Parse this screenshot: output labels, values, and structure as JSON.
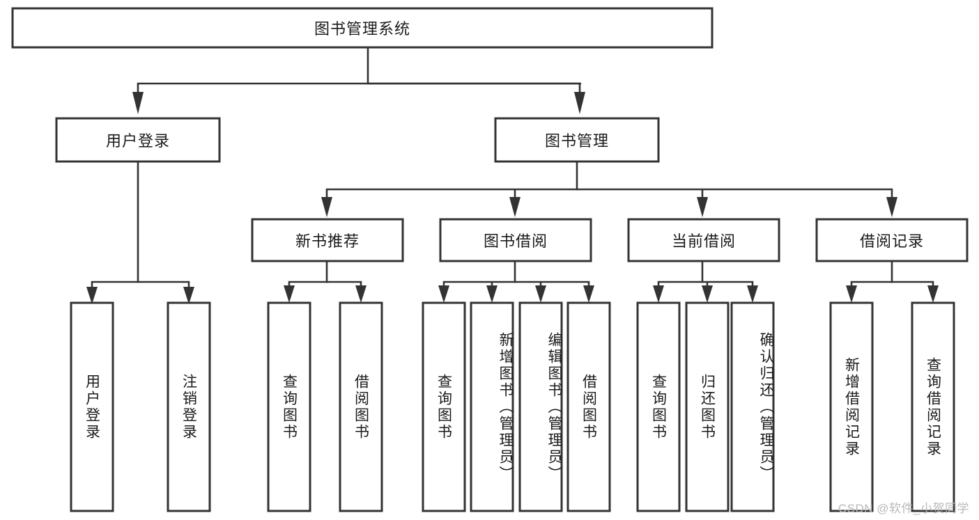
{
  "diagram": {
    "title": "图书管理系统",
    "type": "tree-hierarchy-diagram",
    "watermark": "CSDN @软件_小贺同学",
    "colors": {
      "background": "#ffffff",
      "box_fill": "#ffffff",
      "box_stroke": "#333333",
      "text": "#1a1a1a",
      "watermark": "#b9b9b9"
    },
    "root": {
      "label": "图书管理系统"
    },
    "level2": [
      {
        "label": "用户登录"
      },
      {
        "label": "图书管理"
      }
    ],
    "level3": [
      {
        "label": "新书推荐"
      },
      {
        "label": "图书借阅"
      },
      {
        "label": "当前借阅"
      },
      {
        "label": "借阅记录"
      }
    ],
    "leaves": {
      "user_login": [
        {
          "label": "用户登录"
        },
        {
          "label": "注销登录"
        }
      ],
      "new_book_recommend": [
        {
          "label": "查询图书"
        },
        {
          "label": "借阅图书"
        }
      ],
      "book_borrow": [
        {
          "label": "查询图书"
        },
        {
          "label": "新增图书（管理员）"
        },
        {
          "label": "编辑图书（管理员）"
        },
        {
          "label": "借阅图书"
        }
      ],
      "current_borrow": [
        {
          "label": "查询图书"
        },
        {
          "label": "归还图书"
        },
        {
          "label": "确认归还（管理员）"
        }
      ],
      "borrow_record": [
        {
          "label": "新增借阅记录"
        },
        {
          "label": "查询借阅记录"
        }
      ]
    }
  },
  "chart_data": {
    "type": "table",
    "title": "图书管理系统",
    "structure": "tree",
    "levels": 4,
    "nodes": [
      {
        "id": "root",
        "label": "图书管理系统",
        "level": 1,
        "parent": null
      },
      {
        "id": "n-user-login",
        "label": "用户登录",
        "level": 2,
        "parent": "root"
      },
      {
        "id": "n-book-manage",
        "label": "图书管理",
        "level": 2,
        "parent": "root"
      },
      {
        "id": "n-new-book",
        "label": "新书推荐",
        "level": 3,
        "parent": "n-book-manage"
      },
      {
        "id": "n-book-borrow",
        "label": "图书借阅",
        "level": 3,
        "parent": "n-book-manage"
      },
      {
        "id": "n-current-borrow",
        "label": "当前借阅",
        "level": 3,
        "parent": "n-book-manage"
      },
      {
        "id": "n-borrow-record",
        "label": "借阅记录",
        "level": 3,
        "parent": "n-book-manage"
      },
      {
        "id": "l-1",
        "label": "用户登录",
        "level": 4,
        "parent": "n-user-login"
      },
      {
        "id": "l-2",
        "label": "注销登录",
        "level": 4,
        "parent": "n-user-login"
      },
      {
        "id": "l-3",
        "label": "查询图书",
        "level": 4,
        "parent": "n-new-book"
      },
      {
        "id": "l-4",
        "label": "借阅图书",
        "level": 4,
        "parent": "n-new-book"
      },
      {
        "id": "l-5",
        "label": "查询图书",
        "level": 4,
        "parent": "n-book-borrow"
      },
      {
        "id": "l-6",
        "label": "新增图书（管理员）",
        "level": 4,
        "parent": "n-book-borrow"
      },
      {
        "id": "l-7",
        "label": "编辑图书（管理员）",
        "level": 4,
        "parent": "n-book-borrow"
      },
      {
        "id": "l-8",
        "label": "借阅图书",
        "level": 4,
        "parent": "n-book-borrow"
      },
      {
        "id": "l-9",
        "label": "查询图书",
        "level": 4,
        "parent": "n-current-borrow"
      },
      {
        "id": "l-10",
        "label": "归还图书",
        "level": 4,
        "parent": "n-current-borrow"
      },
      {
        "id": "l-11",
        "label": "确认归还（管理员）",
        "level": 4,
        "parent": "n-current-borrow"
      },
      {
        "id": "l-12",
        "label": "新增借阅记录",
        "level": 4,
        "parent": "n-borrow-record"
      },
      {
        "id": "l-13",
        "label": "查询借阅记录",
        "level": 4,
        "parent": "n-borrow-record"
      }
    ]
  }
}
